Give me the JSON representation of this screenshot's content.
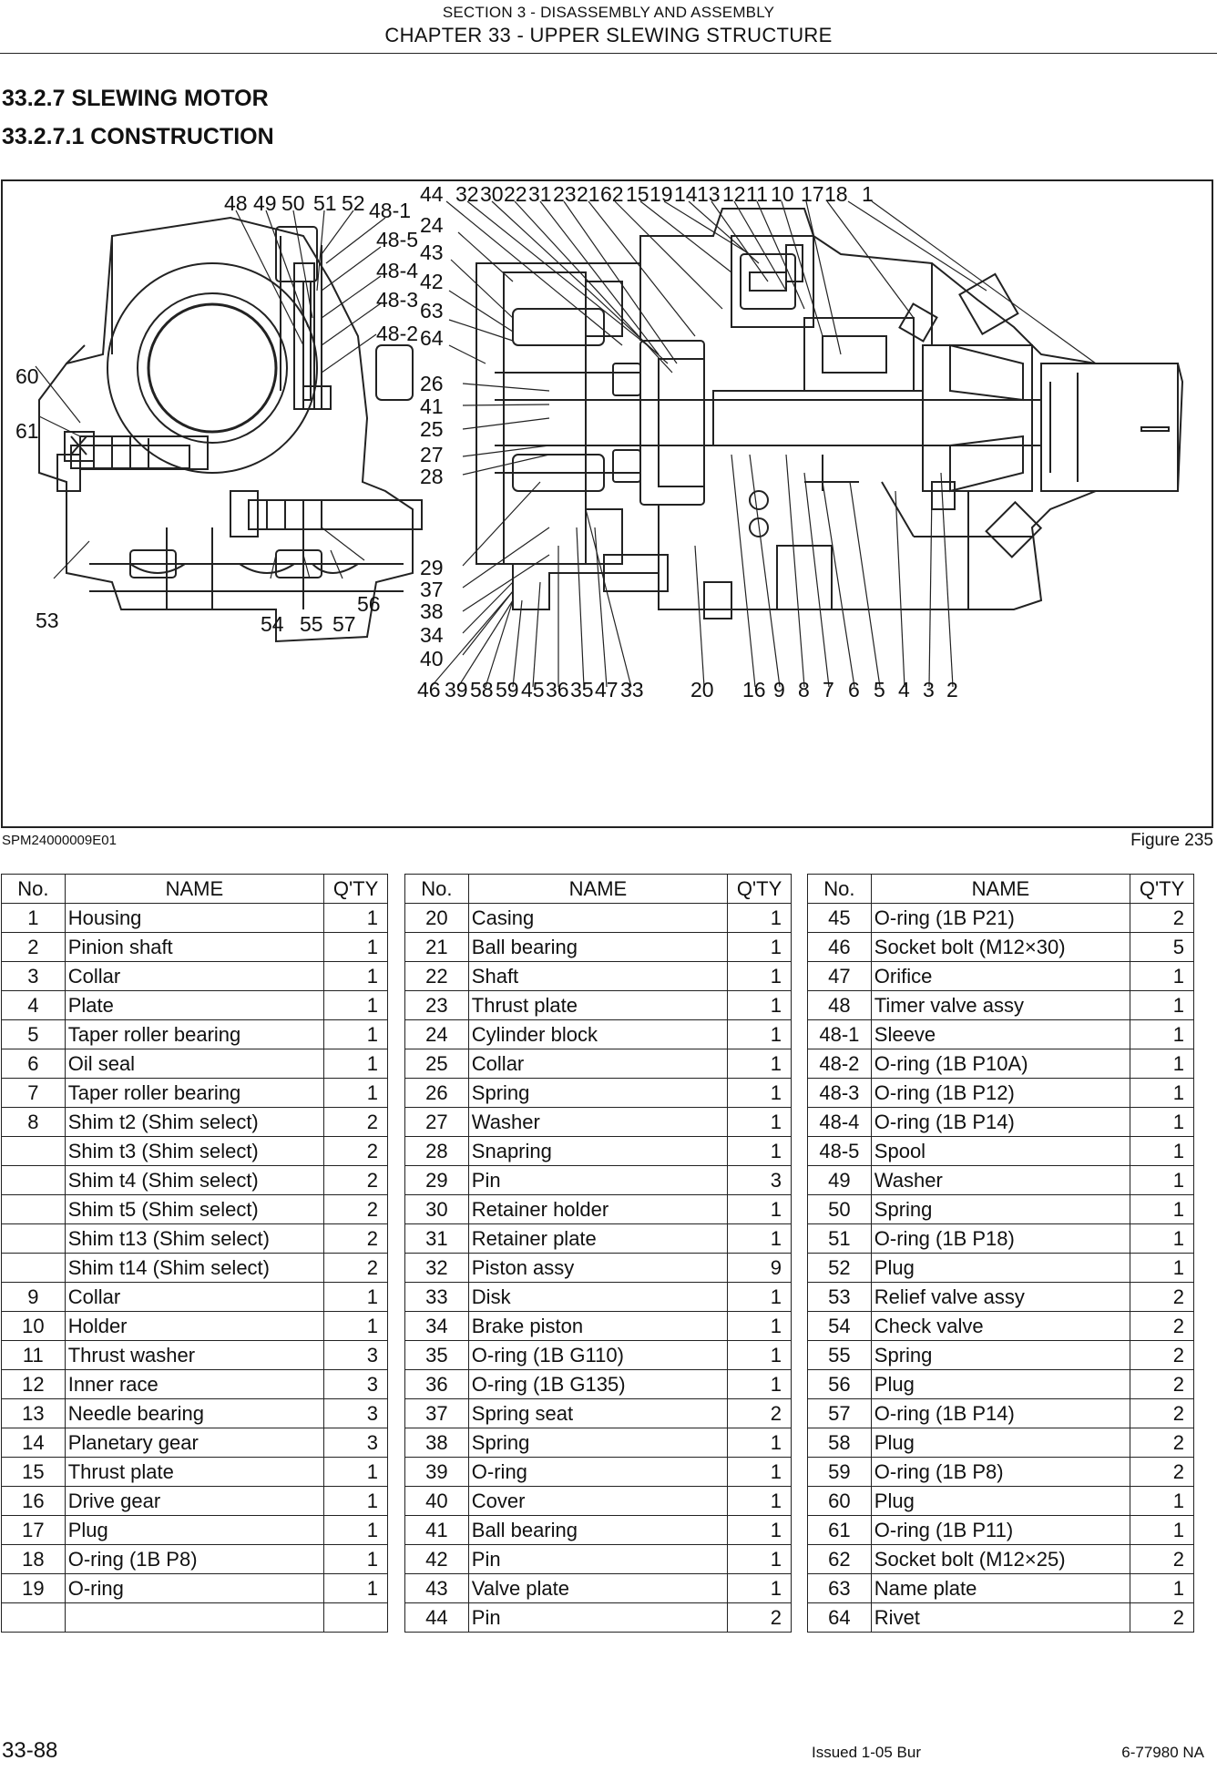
{
  "header": {
    "section": "SECTION 3 - DISASSEMBLY AND ASSEMBLY",
    "chapter": "CHAPTER 33 - UPPER SLEWING STRUCTURE"
  },
  "headings": {
    "h1": "33.2.7  SLEWING MOTOR",
    "h2": "33.2.7.1  CONSTRUCTION"
  },
  "figure": {
    "id": "SPM24000009E01",
    "caption": "Figure 235",
    "callouts": [
      "48",
      "49",
      "50",
      "51",
      "52",
      "48-1",
      "48-5",
      "48-4",
      "48-3",
      "48-2",
      "60",
      "61",
      "53",
      "54",
      "55",
      "57",
      "56",
      "44",
      "24",
      "43",
      "42",
      "63",
      "64",
      "26",
      "41",
      "25",
      "27",
      "28",
      "29",
      "37",
      "38",
      "34",
      "40",
      "46",
      "39",
      "58",
      "59",
      "45",
      "36",
      "35",
      "47",
      "33",
      "20",
      "16",
      "9",
      "8",
      "7",
      "6",
      "5",
      "4",
      "3",
      "2",
      "32",
      "30",
      "22",
      "31",
      "23",
      "21",
      "62",
      "15",
      "19",
      "14",
      "13",
      "12",
      "11",
      "10",
      "17",
      "18",
      "1"
    ]
  },
  "table": {
    "columns": [
      "No.",
      "NAME",
      "Q'TY"
    ],
    "left": [
      [
        "1",
        "Housing",
        "1"
      ],
      [
        "2",
        "Pinion shaft",
        "1"
      ],
      [
        "3",
        "Collar",
        "1"
      ],
      [
        "4",
        "Plate",
        "1"
      ],
      [
        "5",
        "Taper roller bearing",
        "1"
      ],
      [
        "6",
        "Oil seal",
        "1"
      ],
      [
        "7",
        "Taper roller bearing",
        "1"
      ],
      [
        "8",
        "Shim t2 (Shim select)",
        "2"
      ],
      [
        "",
        "Shim t3 (Shim select)",
        "2"
      ],
      [
        "",
        "Shim t4 (Shim select)",
        "2"
      ],
      [
        "",
        "Shim t5 (Shim select)",
        "2"
      ],
      [
        "",
        "Shim t13 (Shim select)",
        "2"
      ],
      [
        "",
        "Shim t14 (Shim select)",
        "2"
      ],
      [
        "9",
        "Collar",
        "1"
      ],
      [
        "10",
        "Holder",
        "1"
      ],
      [
        "11",
        "Thrust washer",
        "3"
      ],
      [
        "12",
        "Inner race",
        "3"
      ],
      [
        "13",
        "Needle bearing",
        "3"
      ],
      [
        "14",
        "Planetary gear",
        "3"
      ],
      [
        "15",
        "Thrust plate",
        "1"
      ],
      [
        "16",
        "Drive gear",
        "1"
      ],
      [
        "17",
        "Plug",
        "1"
      ],
      [
        "18",
        "O-ring (1B P8)",
        "1"
      ],
      [
        "19",
        "O-ring",
        "1"
      ],
      [
        "",
        "",
        ""
      ]
    ],
    "middle": [
      [
        "20",
        "Casing",
        "1"
      ],
      [
        "21",
        "Ball bearing",
        "1"
      ],
      [
        "22",
        "Shaft",
        "1"
      ],
      [
        "23",
        "Thrust plate",
        "1"
      ],
      [
        "24",
        "Cylinder block",
        "1"
      ],
      [
        "25",
        "Collar",
        "1"
      ],
      [
        "26",
        "Spring",
        "1"
      ],
      [
        "27",
        "Washer",
        "1"
      ],
      [
        "28",
        "Snapring",
        "1"
      ],
      [
        "29",
        "Pin",
        "3"
      ],
      [
        "30",
        "Retainer holder",
        "1"
      ],
      [
        "31",
        "Retainer plate",
        "1"
      ],
      [
        "32",
        "Piston assy",
        "9"
      ],
      [
        "33",
        "Disk",
        "1"
      ],
      [
        "34",
        "Brake piston",
        "1"
      ],
      [
        "35",
        "O-ring (1B G110)",
        "1"
      ],
      [
        "36",
        "O-ring (1B G135)",
        "1"
      ],
      [
        "37",
        "Spring seat",
        "2"
      ],
      [
        "38",
        "Spring",
        "1"
      ],
      [
        "39",
        "O-ring",
        "1"
      ],
      [
        "40",
        "Cover",
        "1"
      ],
      [
        "41",
        "Ball bearing",
        "1"
      ],
      [
        "42",
        "Pin",
        "1"
      ],
      [
        "43",
        "Valve plate",
        "1"
      ],
      [
        "44",
        "Pin",
        "2"
      ]
    ],
    "right": [
      [
        "45",
        "O-ring (1B P21)",
        "2"
      ],
      [
        "46",
        "Socket bolt (M12×30)",
        "5"
      ],
      [
        "47",
        "Orifice",
        "1"
      ],
      [
        "48",
        "Timer valve assy",
        "1"
      ],
      [
        "48-1",
        "Sleeve",
        "1"
      ],
      [
        "48-2",
        "O-ring (1B P10A)",
        "1"
      ],
      [
        "48-3",
        "O-ring (1B P12)",
        "1"
      ],
      [
        "48-4",
        "O-ring (1B P14)",
        "1"
      ],
      [
        "48-5",
        "Spool",
        "1"
      ],
      [
        "49",
        "Washer",
        "1"
      ],
      [
        "50",
        "Spring",
        "1"
      ],
      [
        "51",
        "O-ring (1B P18)",
        "1"
      ],
      [
        "52",
        "Plug",
        "1"
      ],
      [
        "53",
        "Relief valve assy",
        "2"
      ],
      [
        "54",
        "Check valve",
        "2"
      ],
      [
        "55",
        "Spring",
        "2"
      ],
      [
        "56",
        "Plug",
        "2"
      ],
      [
        "57",
        "O-ring (1B P14)",
        "2"
      ],
      [
        "58",
        "Plug",
        "2"
      ],
      [
        "59",
        "O-ring (1B P8)",
        "2"
      ],
      [
        "60",
        "Plug",
        "1"
      ],
      [
        "61",
        "O-ring (1B P11)",
        "1"
      ],
      [
        "62",
        "Socket bolt (M12×25)",
        "2"
      ],
      [
        "63",
        "Name plate",
        "1"
      ],
      [
        "64",
        "Rivet",
        "2"
      ]
    ]
  },
  "footer": {
    "page": "33-88",
    "issue": "Issued 1-05    Bur",
    "doc": "6-77980 NA"
  }
}
